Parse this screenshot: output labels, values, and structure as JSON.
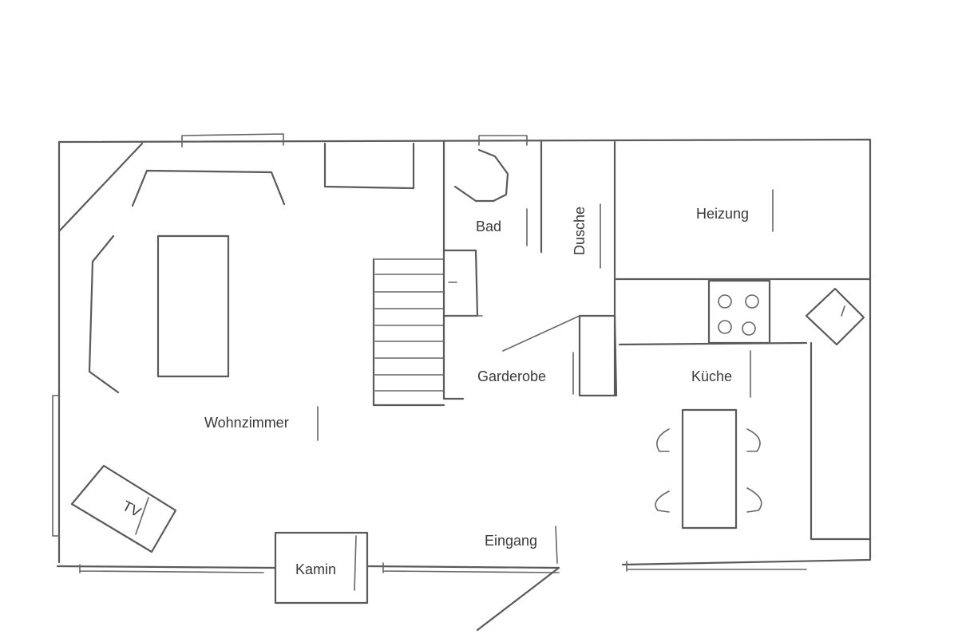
{
  "rooms": {
    "bad": "Bad",
    "dusche": "Dusche",
    "heizung": "Heizung",
    "garderobe": "Garderobe",
    "kueche": "Küche",
    "wohnzimmer": "Wohnzimmer",
    "tv": "TV",
    "eingang": "Eingang",
    "kamin": "Kamin"
  },
  "colors": {
    "ink": "#5a5a5a",
    "text": "#3a3a3a",
    "paper": "#ffffff"
  }
}
